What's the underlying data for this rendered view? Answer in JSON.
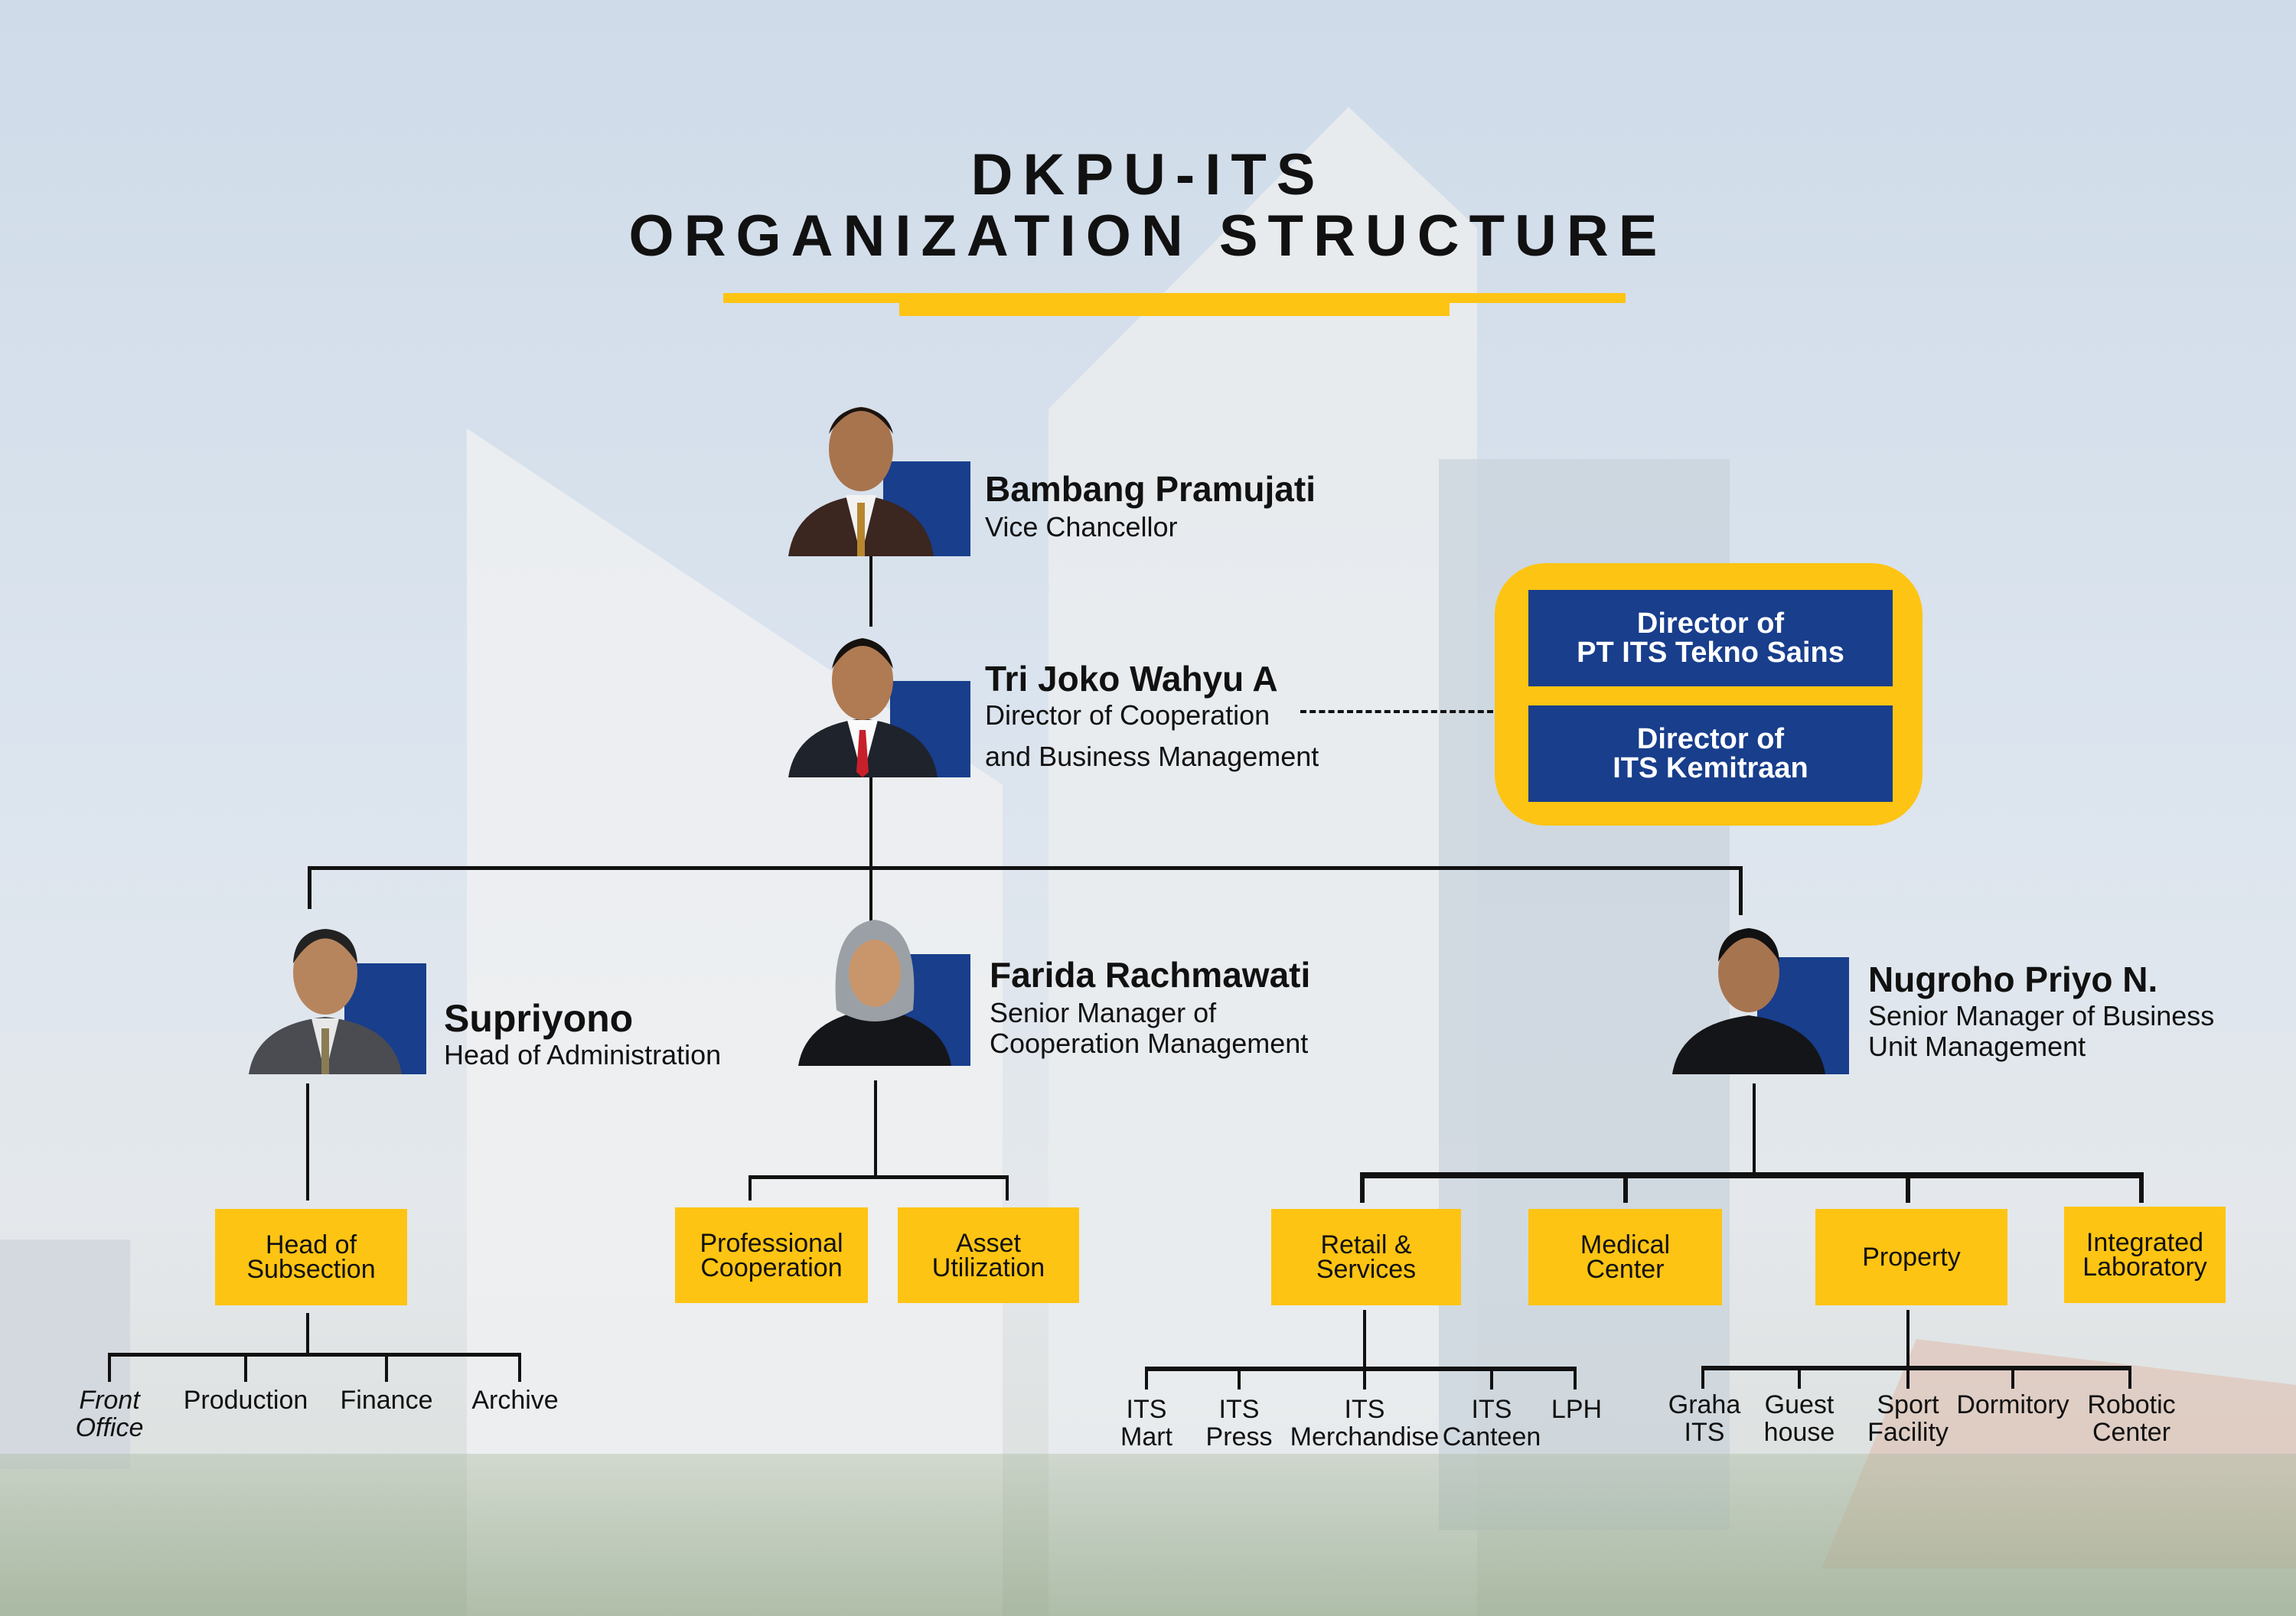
{
  "title": {
    "line1": "DKPU-ITS",
    "line2": "ORGANIZATION STRUCTURE"
  },
  "colors": {
    "accent_yellow": "#fec413",
    "navy": "#183e8c"
  },
  "people": {
    "vice_chancellor": {
      "name": "Bambang Pramujati",
      "role": "Vice Chancellor"
    },
    "director": {
      "name": "Tri Joko Wahyu A",
      "role_line1": "Director of Cooperation",
      "role_line2": "and Business Management"
    },
    "admin": {
      "name": "Supriyono",
      "role": "Head of Administration"
    },
    "coop": {
      "name": "Farida Rachmawati",
      "role": "Senior Manager of\nCooperation Management"
    },
    "business": {
      "name": "Nugroho Priyo N.",
      "role": "Senior Manager of Business\nUnit Management"
    }
  },
  "affiliates": [
    {
      "label": "Director of\nPT ITS Tekno Sains"
    },
    {
      "label": "Director of\nITS Kemitraan"
    }
  ],
  "units": {
    "subsection": "Head of\nSubsection",
    "professional": "Professional\nCooperation",
    "asset": "Asset\nUtilization",
    "retail": "Retail &\nServices",
    "medical": "Medical\nCenter",
    "property": "Property",
    "laboratory": "Integrated\nLaboratory"
  },
  "subsection_children": [
    "Front\nOffice",
    "Production",
    "Finance",
    "Archive"
  ],
  "retail_children": [
    "ITS\nMart",
    "ITS\nPress",
    "ITS\nMerchandise",
    "ITS\nCanteen",
    "LPH"
  ],
  "property_children": [
    "Graha\nITS",
    "Guest\nhouse",
    "Sport\nFacility",
    "Dormitory",
    "Robotic\nCenter"
  ]
}
